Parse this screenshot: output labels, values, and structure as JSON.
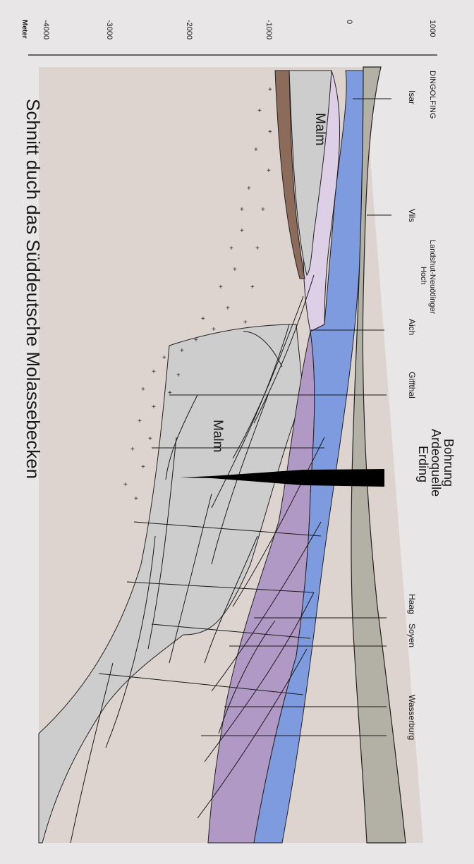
{
  "title": "Schnitt duch das Süddeutsche Molassebecken",
  "axis": {
    "unit": "Meter",
    "ticks": [
      "1000",
      "0",
      "-1000",
      "-2000",
      "-3000",
      "-4000"
    ]
  },
  "places": {
    "dingolfing": "DINGOLFING",
    "isar": "Isar",
    "vils": "Vils",
    "landshut": [
      "Landshut-Neuötlinger",
      "Hoch"
    ],
    "aich": "Aich",
    "giffthal": "Giffthal",
    "haag": "Haag",
    "soyen": "Soyen",
    "wasserburg": "Wasserburg"
  },
  "well": [
    "Bohrung",
    "Ardeoquelle",
    "Erding"
  ],
  "layers": {
    "malm_upper": "Malm",
    "malm_lower": "Malm"
  },
  "colors": {
    "background": "#e8e6e6",
    "basement": "#ddd3cf",
    "surface_gray": "#b3b1a6",
    "water_blue": "#7e9be0",
    "lavender": "#ddd0e6",
    "purple": "#b199c6",
    "malm_gray": "#cdcdcd",
    "brown": "#8c6b5a",
    "line": "#1a1a1a"
  }
}
